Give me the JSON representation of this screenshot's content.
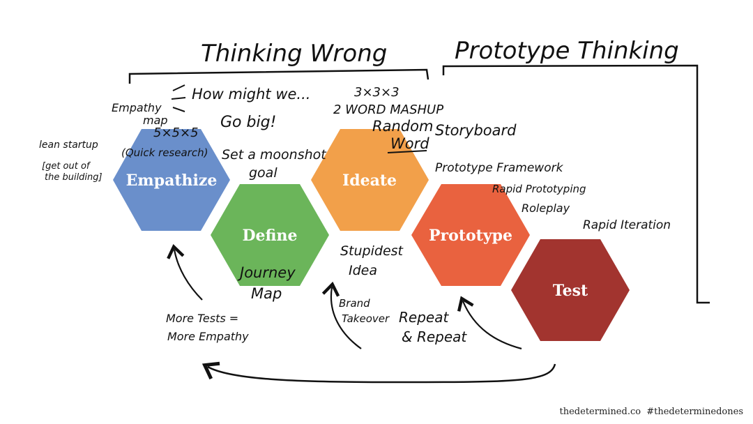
{
  "titles": {
    "thinking_wrong": "Thinking Wrong",
    "prototype_thinking": "Prototype Thinking"
  },
  "stages": {
    "empathize": "Empathize",
    "define": "Define",
    "ideate": "Ideate",
    "prototype": "Prototype",
    "test": "Test"
  },
  "colors": {
    "empathize": "#6a8fcb",
    "define": "#6bb55a",
    "ideate": "#f2a04a",
    "prototype": "#e9623f",
    "test": "#a2342f"
  },
  "notes": {
    "empathy_map_1": "Empathy",
    "empathy_map_2": "map",
    "how_might_we": "How might we...",
    "three_by_three": "3×3×3",
    "two_word_mashup": "2 WORD MASHUP",
    "go_big": "Go big!",
    "five_by_five": "5×5×5",
    "quick_research": "(Quick research)",
    "lean_startup": "lean startup",
    "get_out_1": "[get out of",
    "get_out_2": "the building]",
    "moonshot_1": "Set a moonshot",
    "moonshot_2": "goal",
    "random_word_1": "Random",
    "random_word_2": "Word",
    "storyboard": "Storyboard",
    "prototype_framework": "Prototype Framework",
    "rapid_prototyping": "Rapid Prototyping",
    "roleplay": "Roleplay",
    "rapid_iteration": "Rapid Iteration",
    "stupidest_1": "Stupidest",
    "stupidest_2": "Idea",
    "journey_1": "Journey",
    "journey_2": "Map",
    "brand_1": "Brand",
    "brand_2": "Takeover",
    "repeat_1": "Repeat",
    "repeat_2": "& Repeat",
    "more_tests_1": "More Tests =",
    "more_tests_2": "More Empathy"
  },
  "footer": {
    "site": "thedetermined.co",
    "hashtag": "#thedeterminedones"
  }
}
